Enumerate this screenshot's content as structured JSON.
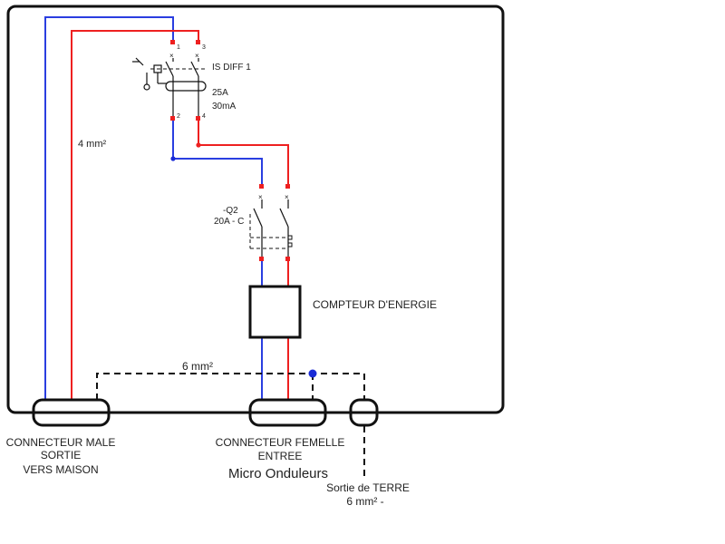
{
  "colors": {
    "neutral": "#2a3ee0",
    "phase": "#ee2020",
    "frame": "#111111",
    "ground": "#111111",
    "junction": "#1a2bd6"
  },
  "labels": {
    "cable_section": "4 mm²",
    "ground_section": "6 mm²",
    "diff_name": "IS DIFF 1",
    "diff_rating": "25A",
    "diff_sensitivity": "30mA",
    "breaker_name": "-Q2",
    "breaker_rating": "20A - C",
    "meter": "COMPTEUR D'ENERGIE",
    "male_line1": "CONNECTEUR MALE",
    "male_line2": "SORTIE",
    "male_line3": "VERS MAISON",
    "female_line1": "CONNECTEUR FEMELLE",
    "female_line2": "ENTREE",
    "micro": "Micro Onduleurs",
    "earth_line1": "Sortie de TERRE",
    "earth_line2": "6 mm² -"
  },
  "pins": {
    "diff_top_n": "1",
    "diff_top_p": "3",
    "diff_bot_n": "2",
    "diff_bot_p": "4"
  },
  "icons": {
    "diff_handle": "manual-operator-icon",
    "diff_toroid": "toroid-sensor-icon",
    "breaker_trip": "thermal-magnetic-trip-icon",
    "meter_box": "energy-meter-icon"
  }
}
